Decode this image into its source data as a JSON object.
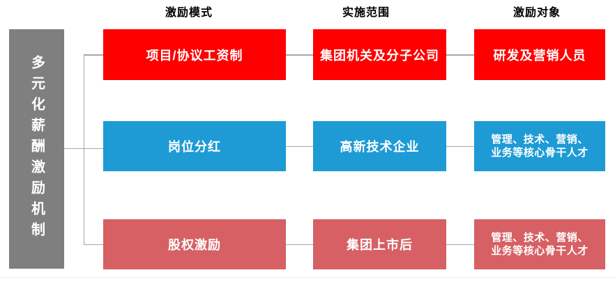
{
  "root_box": {
    "label": "多元化薪酬激励机制",
    "color": "#7F7F7F"
  },
  "column_headers": [
    {
      "label": "激励模式"
    },
    {
      "label": "实施范围"
    },
    {
      "label": "激励对象"
    }
  ],
  "rows": [
    {
      "color": "#FE0000",
      "mode": "项目/协议工资制",
      "scope": "集团机关及分子公司",
      "target_lines": [
        "研发及营销人员",
        ""
      ]
    },
    {
      "color": "#1E9BD5",
      "mode": "岗位分红",
      "scope": "高新技术企业",
      "target_lines": [
        "管理、技术、营销、",
        "业务等核心骨干人才"
      ]
    },
    {
      "color": "#D66064",
      "mode": "股权激励",
      "scope": "集团上市后",
      "target_lines": [
        "管理、技术、营销、",
        "业务等核心骨干人才"
      ]
    }
  ],
  "connector_color": "#A6A6A6"
}
